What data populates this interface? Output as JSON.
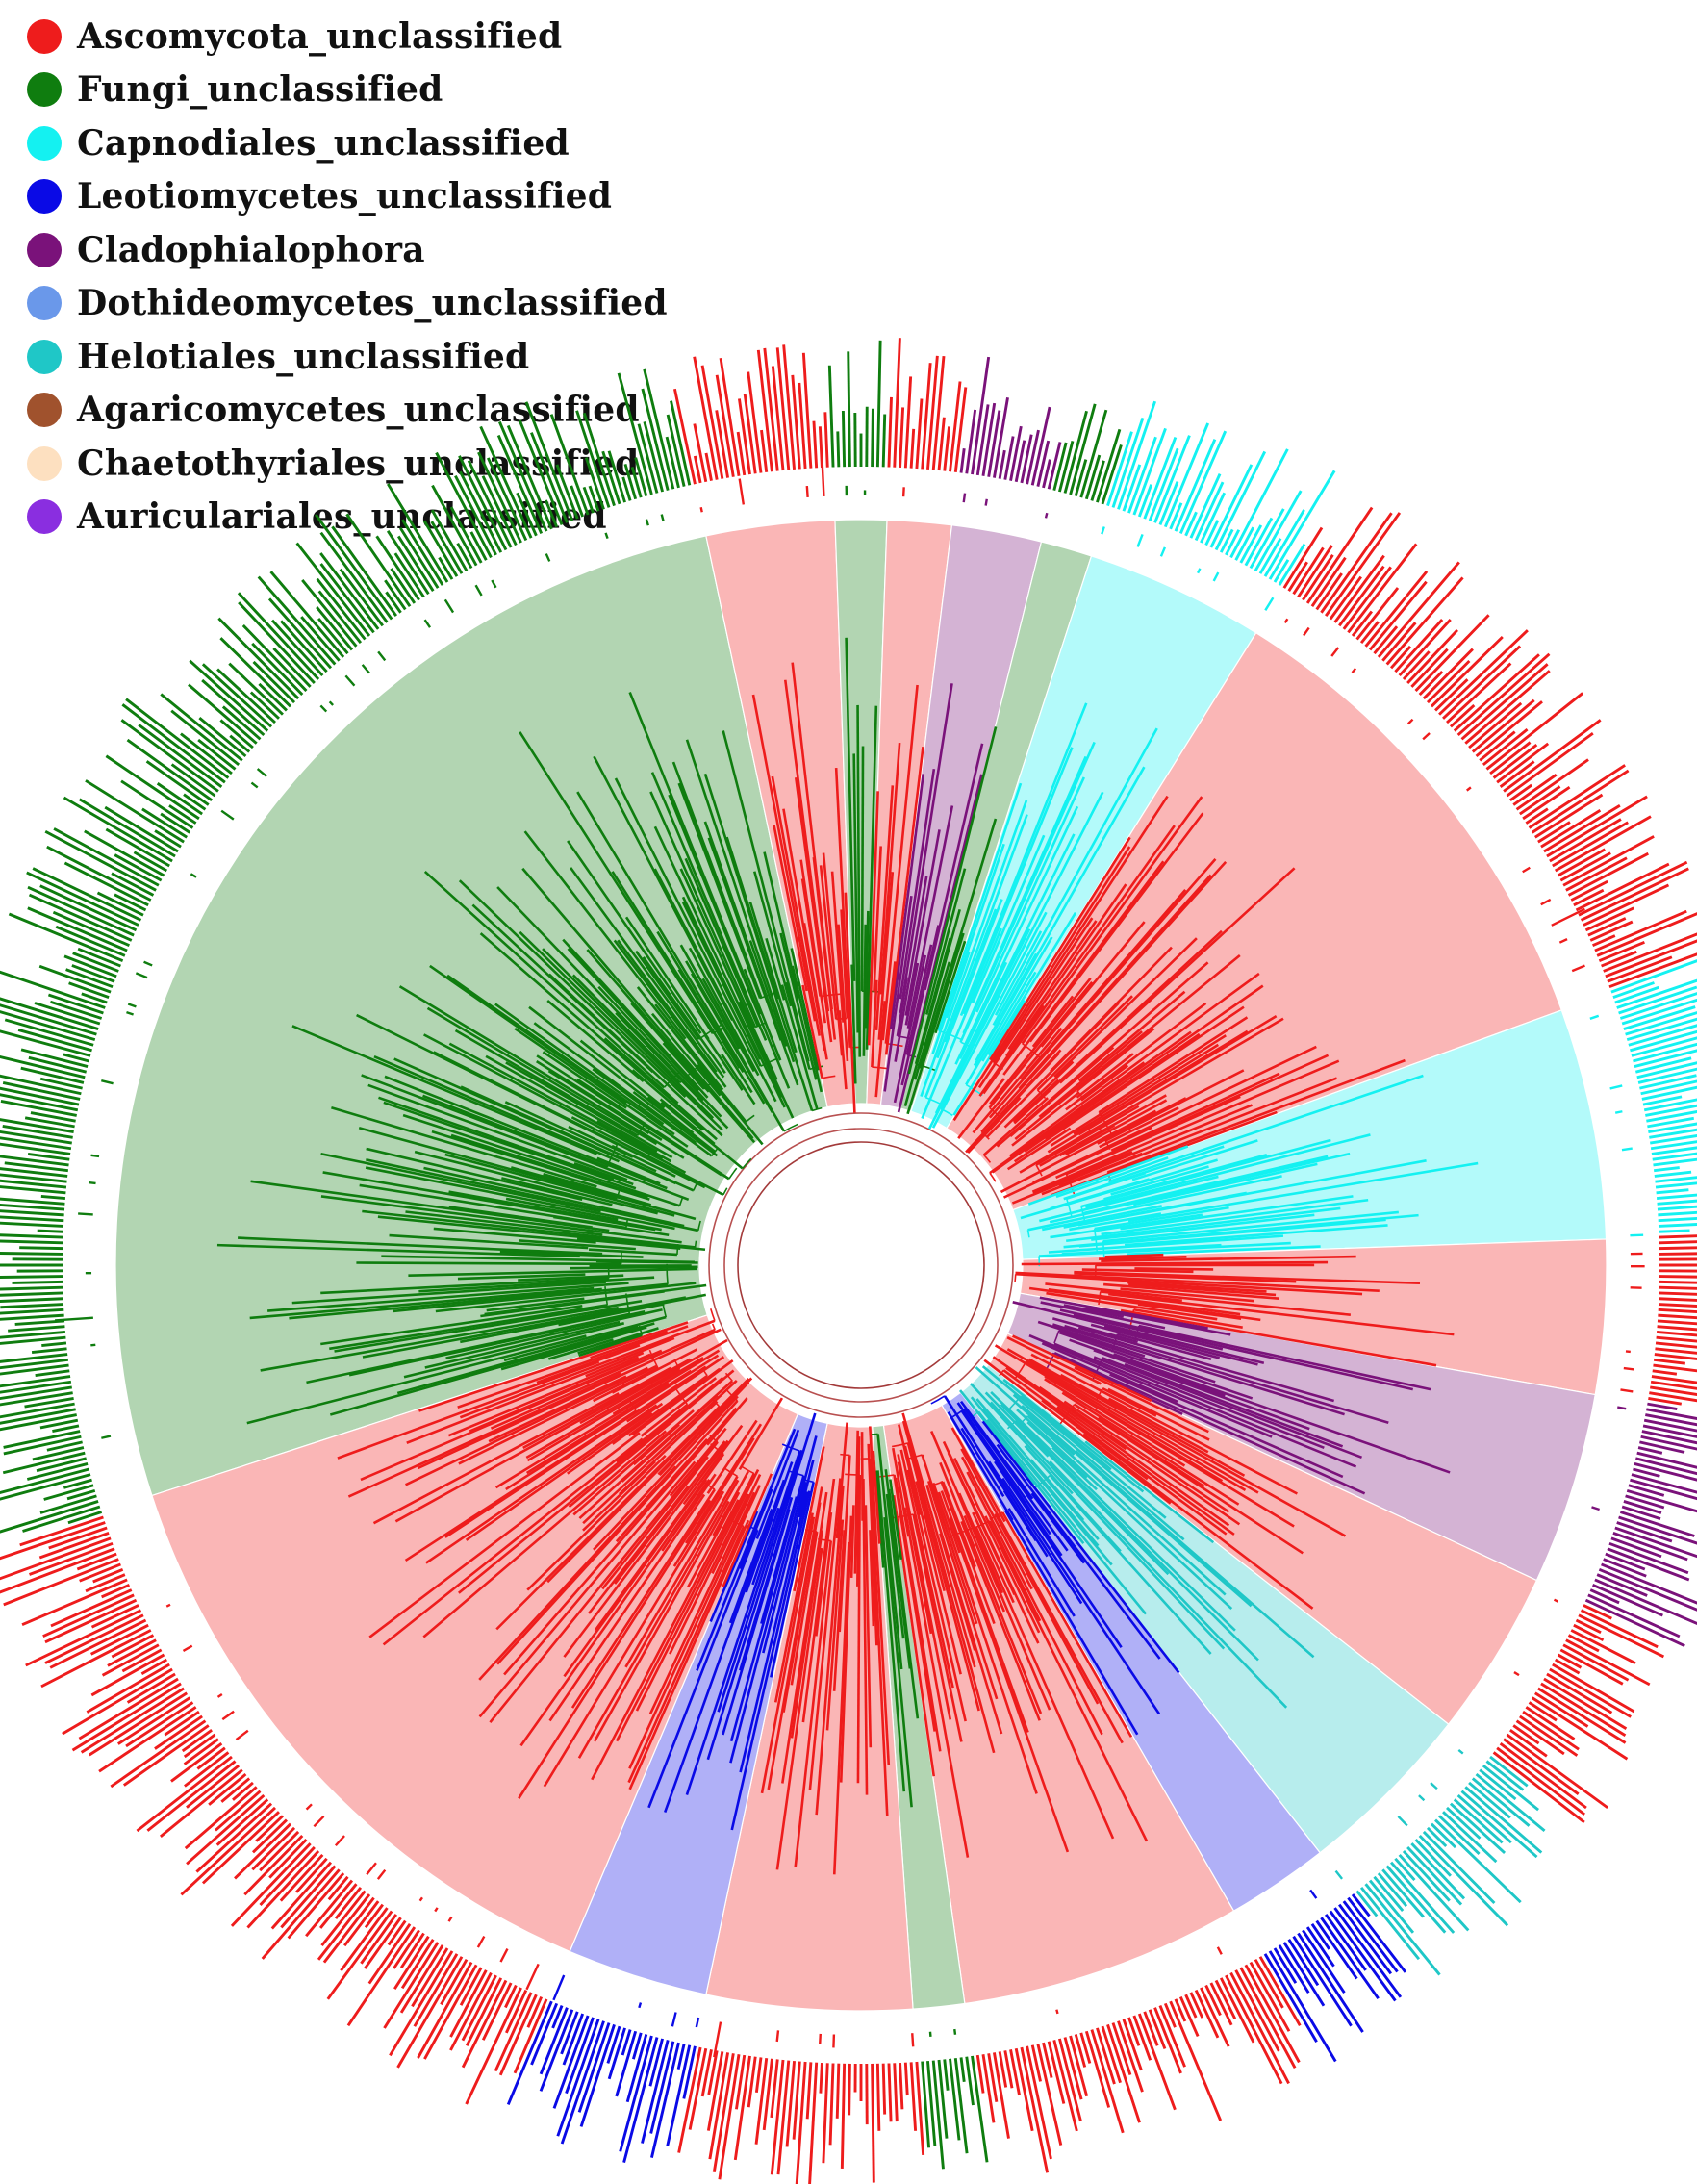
{
  "legend": {
    "items": [
      {
        "label": "Ascomycota_unclassified",
        "color": "#ee1c1c"
      },
      {
        "label": "Fungi_unclassified",
        "color": "#0f7d0f"
      },
      {
        "label": "Capnodiales_unclassified",
        "color": "#14f1f1"
      },
      {
        "label": "Leotiomycetes_unclassified",
        "color": "#0a0ae6"
      },
      {
        "label": "Cladophialophora",
        "color": "#7a127a"
      },
      {
        "label": "Dothideomycetes_unclassified",
        "color": "#6a98ea"
      },
      {
        "label": "Helotiales_unclassified",
        "color": "#1fc7c7"
      },
      {
        "label": "Agaricomycetes_unclassified",
        "color": "#a0522d"
      },
      {
        "label": "Chaetothyriales_unclassified",
        "color": "#fde0c0"
      },
      {
        "label": "Auriculariales_unclassified",
        "color": "#8a2ee0"
      }
    ]
  },
  "diagram": {
    "type": "circular phylogenetic tree with outer abundance bar ring",
    "clades": [
      {
        "taxon": "Fungi_unclassified",
        "from_deg": 252,
        "to_deg": 348
      },
      {
        "taxon": "Ascomycota_unclassified",
        "from_deg": 348,
        "to_deg": 358
      },
      {
        "taxon": "Fungi_unclassified",
        "from_deg": 358,
        "to_deg": 2
      },
      {
        "taxon": "Ascomycota_unclassified",
        "from_deg": 2,
        "to_deg": 7
      },
      {
        "taxon": "Cladophialophora",
        "from_deg": 7,
        "to_deg": 14
      },
      {
        "taxon": "Fungi_unclassified",
        "from_deg": 14,
        "to_deg": 18
      },
      {
        "taxon": "Capnodiales_unclassified",
        "from_deg": 18,
        "to_deg": 32
      },
      {
        "taxon": "Ascomycota_unclassified",
        "from_deg": 32,
        "to_deg": 70
      },
      {
        "taxon": "Capnodiales_unclassified",
        "from_deg": 70,
        "to_deg": 88
      },
      {
        "taxon": "Ascomycota_unclassified",
        "from_deg": 88,
        "to_deg": 100
      },
      {
        "taxon": "Cladophialophora",
        "from_deg": 100,
        "to_deg": 115
      },
      {
        "taxon": "Ascomycota_unclassified",
        "from_deg": 115,
        "to_deg": 128
      },
      {
        "taxon": "Helotiales_unclassified",
        "from_deg": 128,
        "to_deg": 142
      },
      {
        "taxon": "Leotiomycetes_unclassified",
        "from_deg": 142,
        "to_deg": 150
      },
      {
        "taxon": "Ascomycota_unclassified",
        "from_deg": 150,
        "to_deg": 172
      },
      {
        "taxon": "Fungi_unclassified",
        "from_deg": 172,
        "to_deg": 176
      },
      {
        "taxon": "Ascomycota_unclassified",
        "from_deg": 176,
        "to_deg": 192
      },
      {
        "taxon": "Leotiomycetes_unclassified",
        "from_deg": 192,
        "to_deg": 203
      },
      {
        "taxon": "Ascomycota_unclassified",
        "from_deg": 203,
        "to_deg": 252
      }
    ]
  }
}
